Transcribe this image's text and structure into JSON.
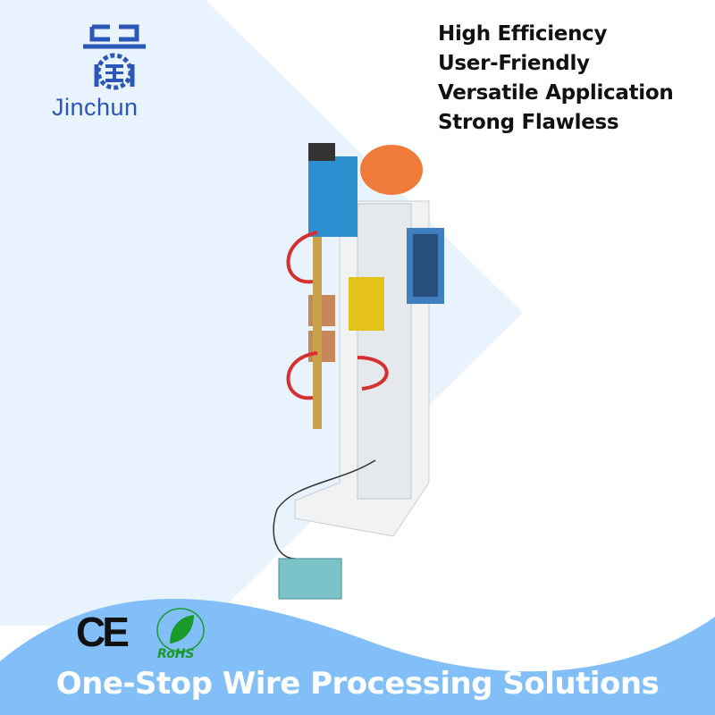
{
  "brand": {
    "name": "Jinchun"
  },
  "features": [
    "High Efficiency",
    "User-Friendly",
    "Versatile Application",
    "Strong Flawless"
  ],
  "certifications": {
    "ce": "CE",
    "rohs": "RoHS"
  },
  "slogan": "One-Stop Wire Processing Solutions",
  "colors": {
    "brand_blue": "#2a56b8",
    "bg_light": "#e8f3fd",
    "wave": "#82bff9"
  }
}
